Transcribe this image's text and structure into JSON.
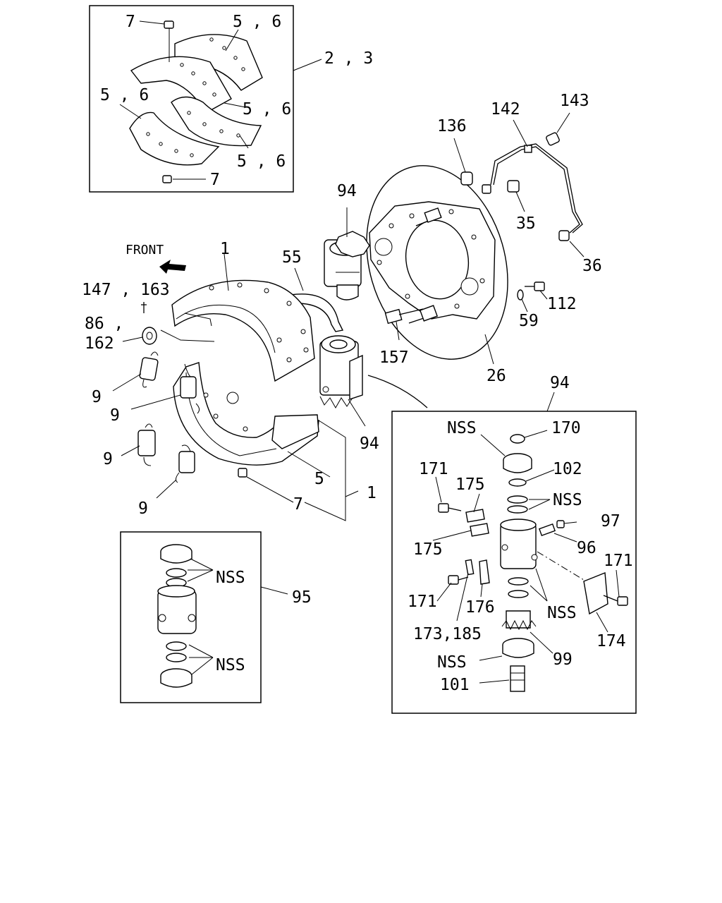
{
  "front_label": "FRONT",
  "callouts": {
    "c7a": "7",
    "c56a": "5 , 6",
    "c23": "2 , 3",
    "c56b": "5 , 6",
    "c56c": "5 , 6",
    "c56d": "5 , 6",
    "c7b": "7",
    "c136": "136",
    "c142": "142",
    "c143": "143",
    "c35": "35",
    "c36": "36",
    "c94a": "94",
    "c55": "55",
    "c1a": "1",
    "c147": "147 , 163",
    "c86": "86 ,",
    "c162": "162",
    "c9a": "9",
    "c9b": "9",
    "c9c": "9",
    "c9d": "9",
    "c112": "112",
    "c59": "59",
    "c157": "157",
    "c26": "26",
    "c94b": "94",
    "c94c": "94",
    "c5": "5",
    "c7c": "7",
    "c1b": "1",
    "c95": "95",
    "nss1": "NSS",
    "nss2": "NSS",
    "c170": "170",
    "nss3": "NSS",
    "c102": "102",
    "c171a": "171",
    "c175a": "175",
    "nss4": "NSS",
    "c97": "97",
    "c175b": "175",
    "c96": "96",
    "c171b": "171",
    "c171c": "171",
    "c176": "176",
    "nss5": "NSS",
    "c173": "173,185",
    "c174": "174",
    "nss6": "NSS",
    "c99": "99",
    "c101": "101"
  }
}
